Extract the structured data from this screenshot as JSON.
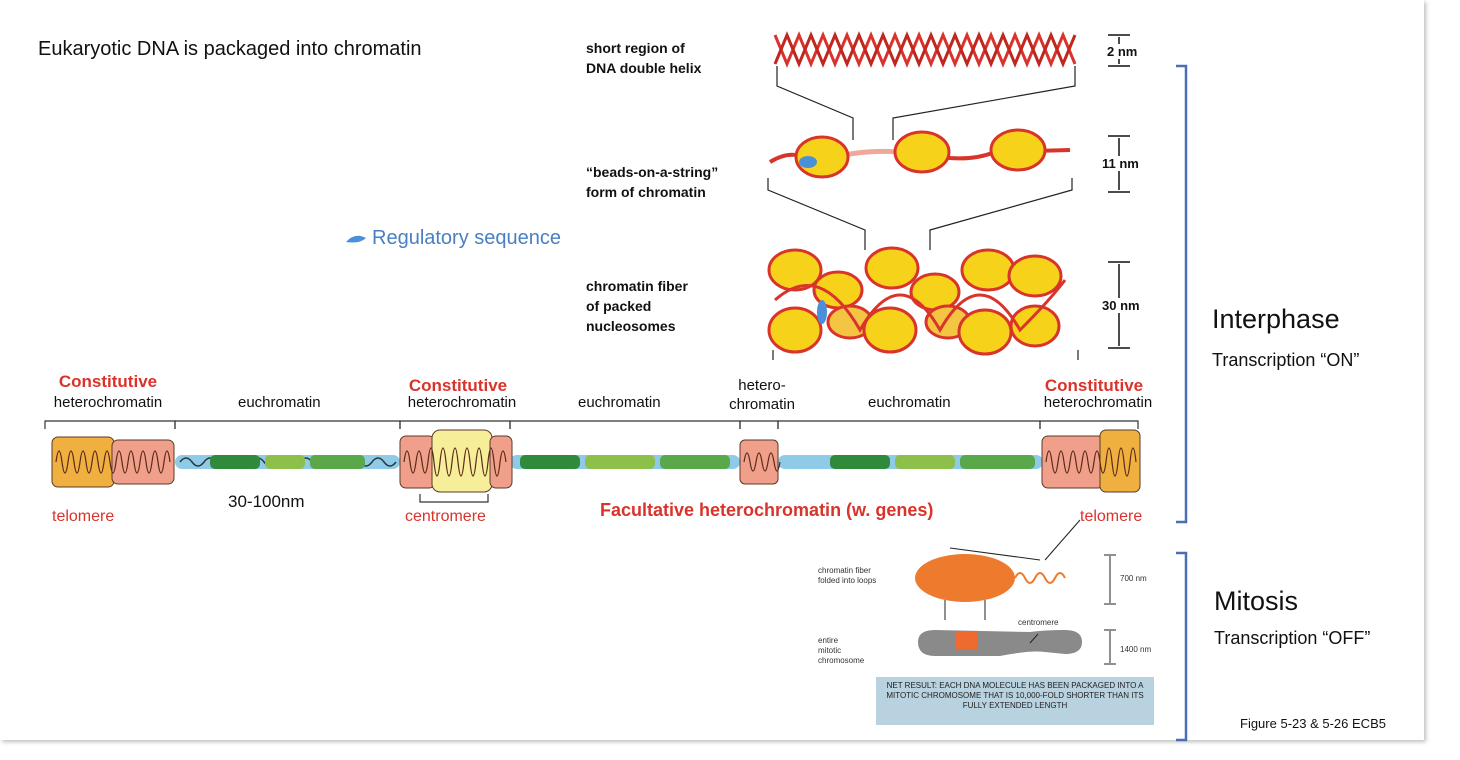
{
  "title": "Eukaryotic DNA is packaged into chromatin",
  "levels": {
    "helix_label": "short region of\nDNA double helix",
    "beads_label": "“beads-on-a-string”\nform of chromatin",
    "fiber_label": "chromatin fiber\nof packed\nnucleosomes",
    "helix_scale": "2 nm",
    "beads_scale": "11 nm",
    "fiber_scale": "30 nm"
  },
  "regulatory": "Regulatory sequence",
  "chromosome": {
    "region_1_head": "Constitutive",
    "region_1_sub": "heterochromatin",
    "region_2": "euchromatin",
    "region_3_head": "Constitutive",
    "region_3_sub": "heterochromatin",
    "region_4": "euchromatin",
    "region_5": "hetero-\nchromatin",
    "region_6": "euchromatin",
    "region_7_head": "Constitutive",
    "region_7_sub": "heterochromatin",
    "telomere_left": "telomere",
    "size": "30-100nm",
    "centromere": "centromere",
    "facultative": "Facultative heterochromatin (w. genes)",
    "telomere_right": "telomere"
  },
  "interphase": {
    "title": "Interphase",
    "subtitle": "Transcription “ON”"
  },
  "mitosis": {
    "title": "Mitosis",
    "subtitle": "Transcription “OFF”"
  },
  "mitotic": {
    "loops_label": "chromatin fiber\nfolded into loops",
    "loops_scale": "700 nm",
    "centromere": "centromere",
    "chromosome_label": "entire\nmitotic\nchromosome",
    "chromosome_scale": "1400 nm",
    "net_result": "NET RESULT: EACH DNA MOLECULE HAS BEEN PACKAGED INTO A MITOTIC CHROMOSOME THAT IS 10,000-FOLD SHORTER THAN ITS FULLY EXTENDED LENGTH"
  },
  "figure_ref": "Figure 5-23 & 5-26 ECB5",
  "colors": {
    "red": "#d9342b",
    "blue": "#4a7fc1",
    "bracket": "#4a6fb5",
    "yellow": "#f7d21a",
    "orange": "#f08a3c"
  }
}
